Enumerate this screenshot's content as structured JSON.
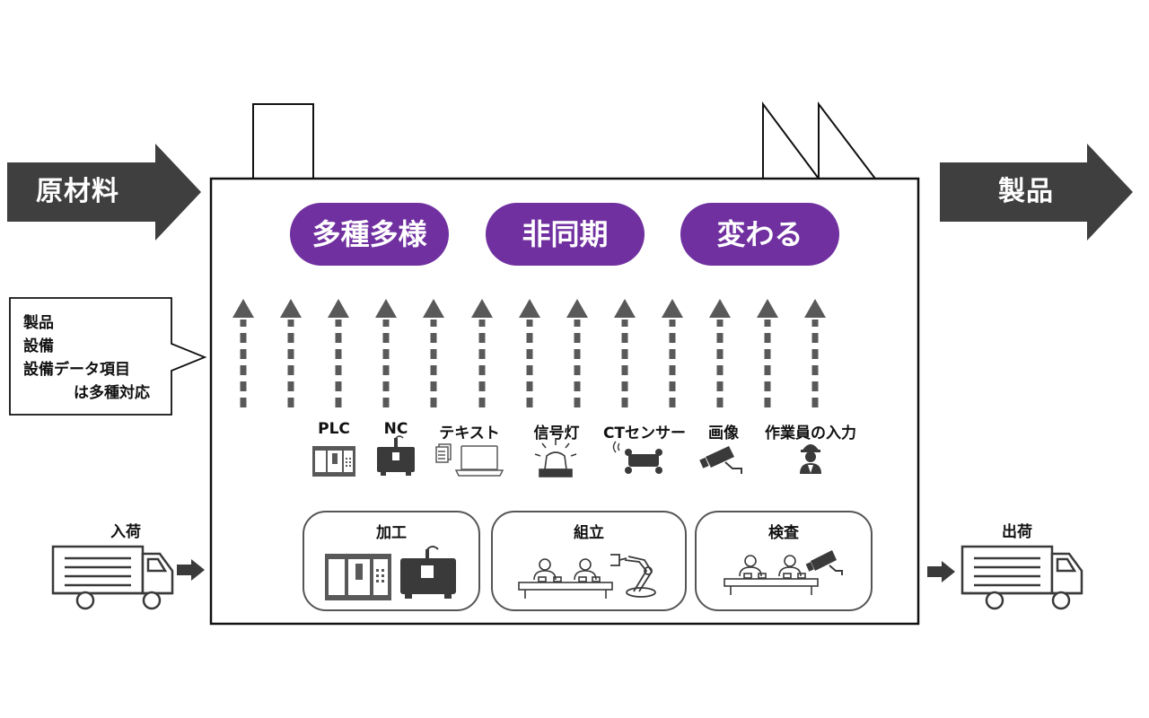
{
  "flow": {
    "input_label": "原材料",
    "output_label": "製品"
  },
  "challenges": [
    "多種多様",
    "非同期",
    "変わる"
  ],
  "callout": {
    "lines": [
      "製品",
      "設備",
      "設備データ項目"
    ],
    "last_line": "は多種対応"
  },
  "sources": [
    "PLC",
    "NC",
    "テキスト",
    "信号灯",
    "CTセンサー",
    "画像",
    "作業員の入力"
  ],
  "processes": [
    "加工",
    "組立",
    "検査"
  ],
  "trucks": {
    "inbound_label": "入荷",
    "outbound_label": "出荷"
  },
  "colors": {
    "accent_purple": "#7030a0",
    "dark_gray": "#3f3f3f",
    "icon_gray": "#595959"
  },
  "icons": {
    "plc": "plc-panel-icon",
    "nc": "nc-machine-icon",
    "text": "document-laptop-icon",
    "signal": "signal-light-icon",
    "ct": "ct-sensor-icon",
    "image": "camera-icon",
    "worker": "worker-icon"
  }
}
